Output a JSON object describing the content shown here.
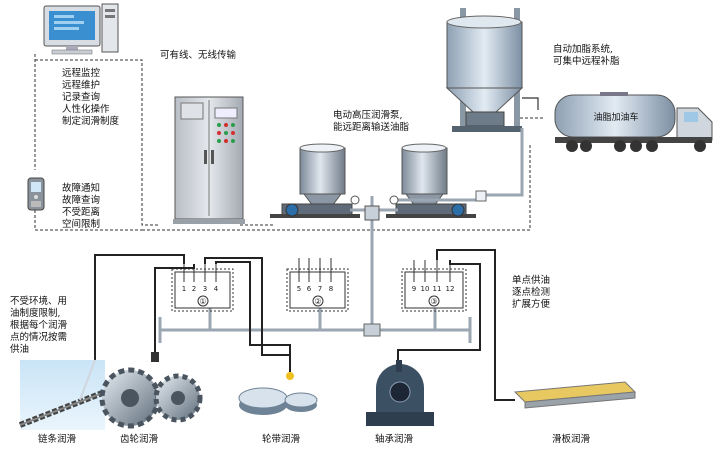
{
  "labels": {
    "transmission": "可有线、无线传输",
    "computer_functions": [
      "远程监控",
      "远程维护",
      "记录查询",
      "人性化操作",
      "制定润滑制度"
    ],
    "phone_functions": [
      "故障通知",
      "故障查询",
      "不受距离",
      "空间限制"
    ],
    "pump": [
      "电动高压润滑泵,",
      "能远距离输送油脂"
    ],
    "auto_fill": [
      "自动加脂系统,",
      "可集中远程补脂"
    ],
    "tanker_text": "油脂加油车",
    "env_note": [
      "不受环境、用",
      "油制度限制,",
      "根据每个润滑",
      "点的情况按需",
      "供油"
    ],
    "single_point": [
      "单点供油",
      "逐点检测",
      "扩展方便"
    ],
    "chain": "链条润滑",
    "gear": "齿轮润滑",
    "belt": "轮带润滑",
    "bearing": "轴承润滑",
    "slide": "滑板润滑"
  },
  "distributors": [
    {
      "ports": [
        "1",
        "2",
        "3",
        "4"
      ],
      "id": "①"
    },
    {
      "ports": [
        "5",
        "6",
        "7",
        "8"
      ],
      "id": "②"
    },
    {
      "ports": [
        "9",
        "10",
        "11",
        "12"
      ],
      "id": "③"
    }
  ],
  "colors": {
    "line": "#333333",
    "pipe": "#9aa6b2",
    "tank": "#a8b8c8",
    "cabinet": "#c8ccd2",
    "accent_green": "#2a9d4a",
    "accent_red": "#d03030"
  }
}
